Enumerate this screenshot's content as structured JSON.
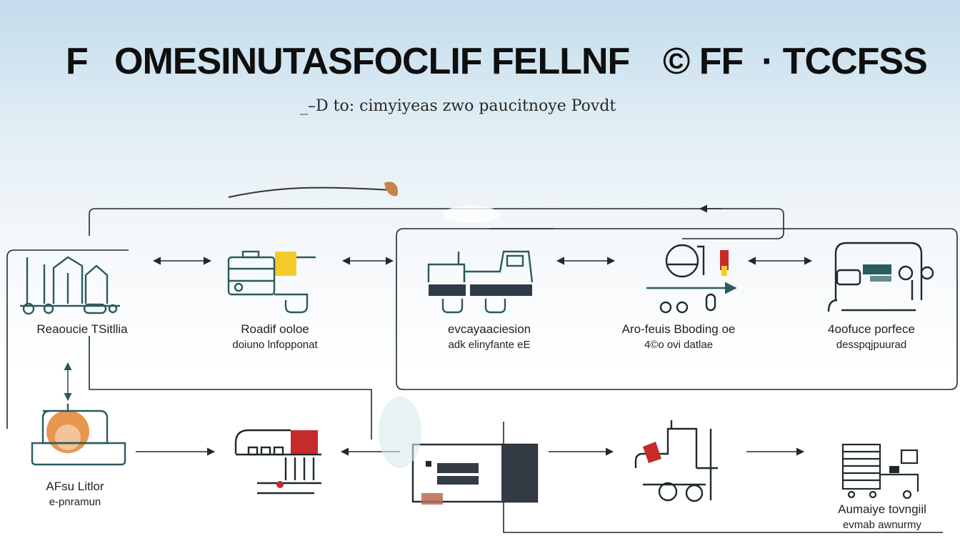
{
  "header": {
    "title_parts": [
      "F",
      "OMESINUTASFOCLIF FELLNF",
      "© FF",
      "· TCCFSS"
    ],
    "subtitle": "_–D to: cimyiyeas zwo paucitnoye Povdt"
  },
  "steps": [
    {
      "line1": "Reaoucie TSitllia",
      "line2": ""
    },
    {
      "line1": "Roadif ooloe",
      "line2": "doiuno lnfopponat"
    },
    {
      "line1": "evcayaaciesion",
      "line2": "adk elinyfante eE"
    },
    {
      "line1": "Aro-feuis Bboding oe",
      "line2": "4©o ovi datlae"
    },
    {
      "line1": "4oofuce porfece",
      "line2": "desspqjpuurad"
    },
    {
      "line1": "AFsu Litlor",
      "line2": "e-pnramun"
    },
    {
      "line1": "Aumaiye tovngiil",
      "line2": "evmab awnurmy"
    }
  ],
  "colors": {
    "ink": "#1f2a2c",
    "teal": "#2a5b5e",
    "yellow": "#f4cc2a",
    "red": "#c62a2a",
    "orange": "#e9974f",
    "sky": "#c3dcec"
  }
}
